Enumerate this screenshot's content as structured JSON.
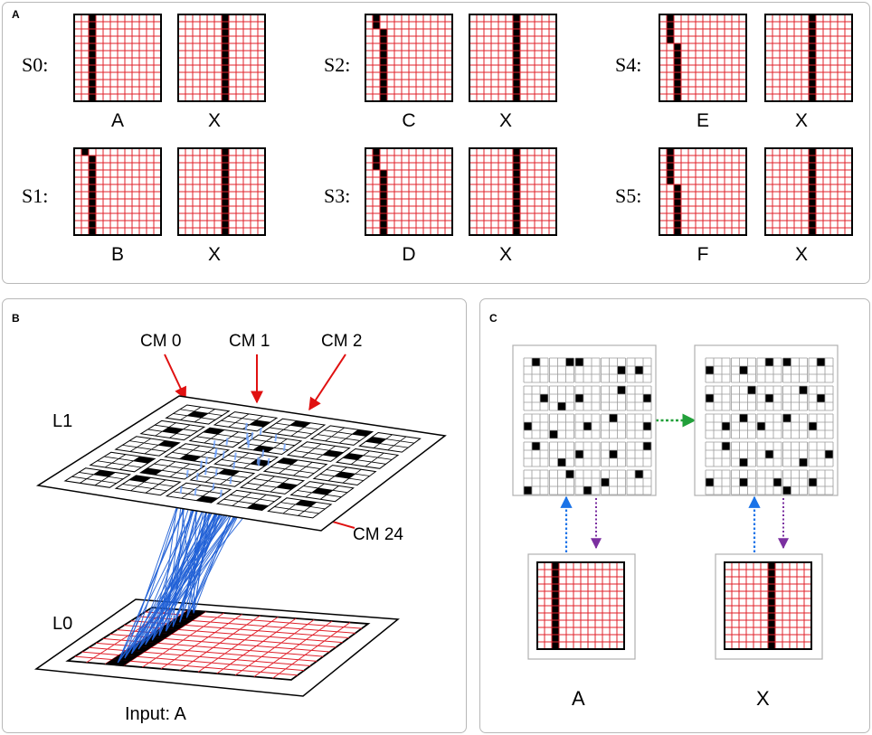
{
  "panels": {
    "a": {
      "label": "A"
    },
    "b": {
      "label": "B"
    },
    "c": {
      "label": "C"
    }
  },
  "sequences": [
    {
      "name": "S0:",
      "first": "A",
      "second": "X"
    },
    {
      "name": "S1:",
      "first": "B",
      "second": "X"
    },
    {
      "name": "S2:",
      "first": "C",
      "second": "X"
    },
    {
      "name": "S3:",
      "first": "D",
      "second": "X"
    },
    {
      "name": "S4:",
      "first": "E",
      "second": "X"
    },
    {
      "name": "S5:",
      "first": "F",
      "second": "X"
    }
  ],
  "panel_b": {
    "cm_labels": [
      "CM  0",
      "CM  1",
      "CM  2",
      "CM  24"
    ],
    "layer_top": "L1",
    "layer_bottom": "L0",
    "input_label": "Input: A"
  },
  "panel_c": {
    "left_label": "A",
    "right_label": "X"
  },
  "colors": {
    "grid_red": "#e0202a",
    "filled": "#000000",
    "connection_blue": "#1f5fd6",
    "arrow_blue": "#1a73e8",
    "arrow_purple": "#7b2fa0",
    "arrow_green": "#22a03a",
    "pointer_red": "#e01010"
  }
}
